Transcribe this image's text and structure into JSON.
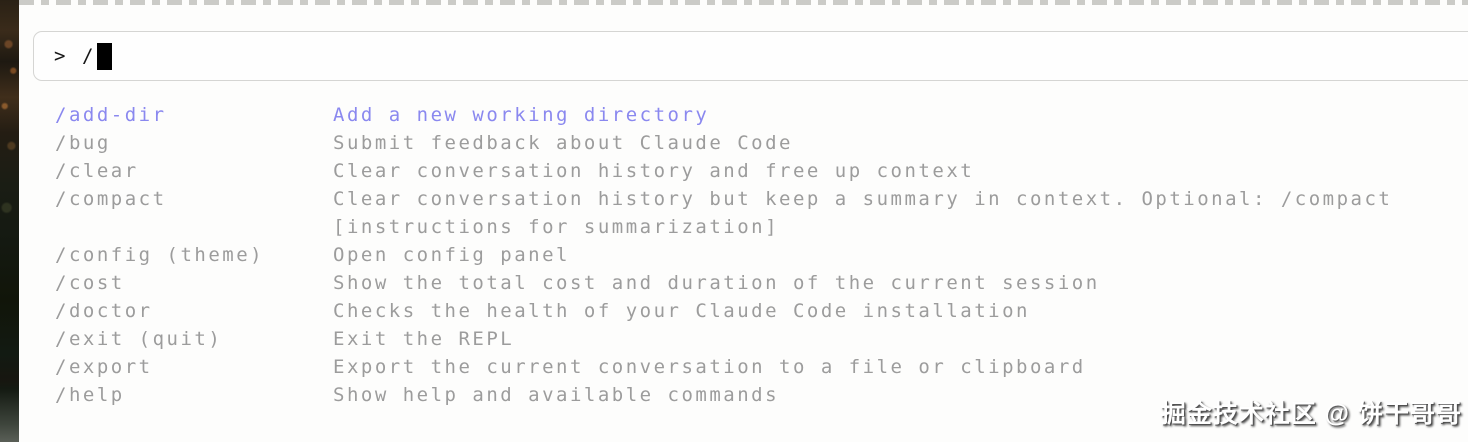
{
  "input": {
    "prompt": ">",
    "value": "/"
  },
  "commands": [
    {
      "name": "/add-dir",
      "description": "Add a new working directory",
      "selected": true
    },
    {
      "name": "/bug",
      "description": "Submit feedback about Claude Code",
      "selected": false
    },
    {
      "name": "/clear",
      "description": "Clear conversation history and free up context",
      "selected": false
    },
    {
      "name": "/compact",
      "description": "Clear conversation history but keep a summary in context. Optional: /compact [instructions for summarization]",
      "selected": false
    },
    {
      "name": "/config (theme)",
      "description": "Open config panel",
      "selected": false
    },
    {
      "name": "/cost",
      "description": "Show the total cost and duration of the current session",
      "selected": false
    },
    {
      "name": "/doctor",
      "description": "Checks the health of your Claude Code installation",
      "selected": false
    },
    {
      "name": "/exit (quit)",
      "description": "Exit the REPL",
      "selected": false
    },
    {
      "name": "/export",
      "description": "Export the current conversation to a file or clipboard",
      "selected": false
    },
    {
      "name": "/help",
      "description": "Show help and available commands",
      "selected": false
    }
  ],
  "watermark": "掘金技术社区 @ 饼干哥哥",
  "colors": {
    "selected_accent": "#8a88ef",
    "muted_text": "#9c9c9c",
    "input_border": "#d5d5d3",
    "cursor": "#000000",
    "background": "#fdfdfc"
  }
}
